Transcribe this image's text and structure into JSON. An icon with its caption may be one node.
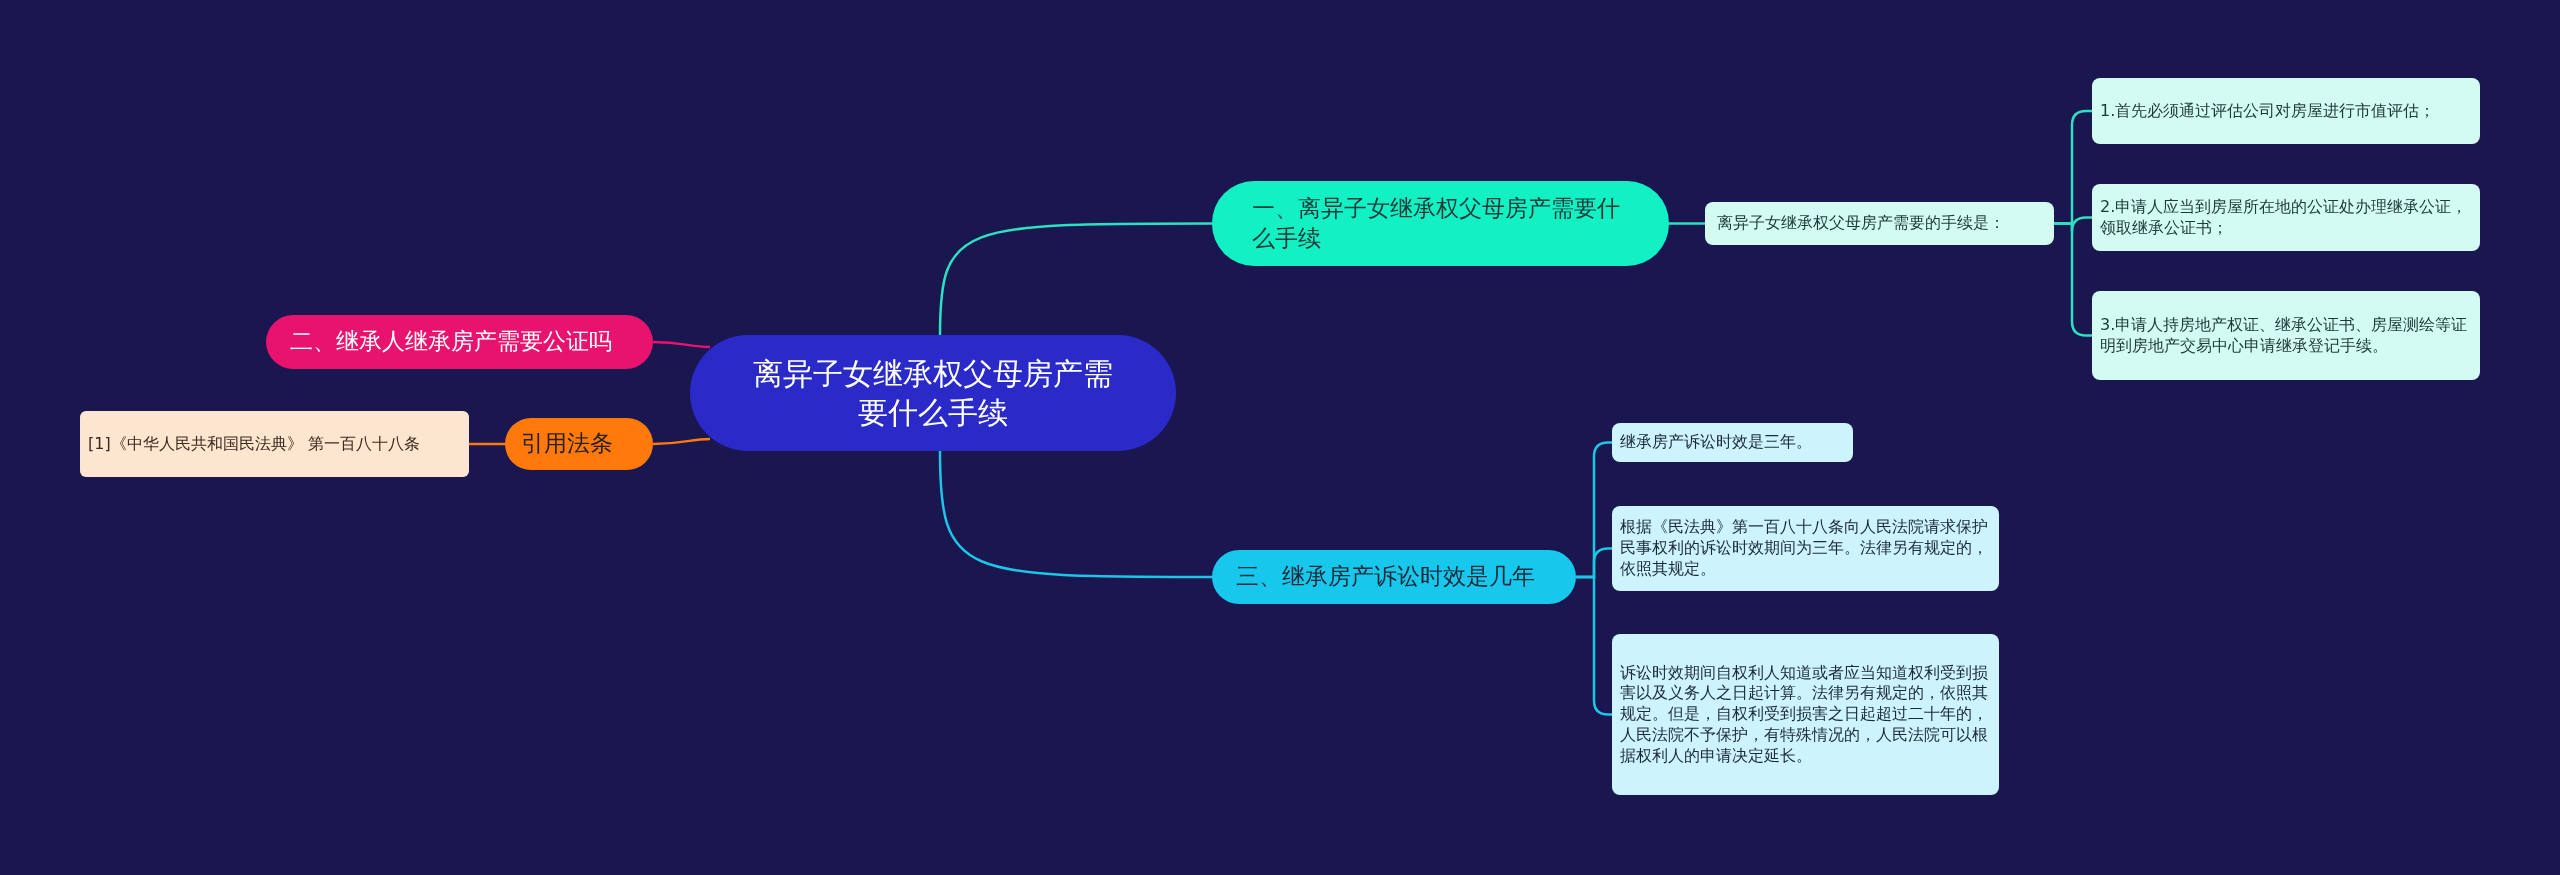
{
  "diagram": {
    "nodes": [
      {
        "text": [
          "离异子女继承权父母房产需要什么手续"
        ]
      },
      {
        "text": [
          "一、离异子女继承权父母房产需要什么手续"
        ]
      },
      {
        "text": [
          "离异子女继承权父母房产需要的手续是："
        ]
      },
      {
        "text": [
          "1.首先必须通过评估公司对房屋进行市值评估；"
        ]
      },
      {
        "text": [
          "2.申请人应当到房屋所在地的公证处办理继承公证，领取继承公证书；"
        ]
      },
      {
        "text": [
          "3.申请人持房地产权证、继承公证书、房屋测绘等证明到房地产交易中心申请继承登记手续。"
        ]
      },
      {
        "text": [
          "二、继承人继承房产需要公证吗"
        ]
      },
      {
        "text": [
          "引用法条"
        ]
      },
      {
        "text": [
          "[1]《中华人民共和国民法典》 第一百八十八条"
        ]
      },
      {
        "text": [
          "三、继承房产诉讼时效是几年"
        ]
      },
      {
        "text": [
          "继承房产诉讼时效是三年。"
        ]
      },
      {
        "text": [
          "根据《民法典》第一百八十八条向人民法院请求保护民事权利的诉讼时效期间为三年。法律另有规定的，依照其规定。"
        ]
      },
      {
        "text": [
          "诉讼时效期间自权利人知道或者应当知道权利受到损害以及义务人之日起计算。法律另有规定的，依照其规定。但是，自权利受到损害之日起超过二十年的，人民法院不予保护，有特殊情况的，人民法院可以根据权利人的申请决定延长。"
        ]
      }
    ],
    "edges": [
      {
        "from": 0,
        "to": 1,
        "arrow": "none"
      },
      {
        "from": 1,
        "to": 2,
        "arrow": "none"
      },
      {
        "from": 2,
        "to": 3,
        "arrow": "none"
      },
      {
        "from": 2,
        "to": 4,
        "arrow": "none"
      },
      {
        "from": 2,
        "to": 5,
        "arrow": "none"
      },
      {
        "from": 0,
        "to": 6,
        "arrow": "none",
        "color": "#e8136f"
      },
      {
        "from": 0,
        "to": 7,
        "arrow": "none",
        "color": "#ff7a0a"
      },
      {
        "from": 7,
        "to": 8,
        "arrow": "none",
        "color": "#ff7a0a"
      },
      {
        "from": 0,
        "to": 9,
        "arrow": "none",
        "color": "#1ec6e6"
      },
      {
        "from": 9,
        "to": 10,
        "arrow": "none",
        "color": "#1ec6e6"
      },
      {
        "from": 9,
        "to": 11,
        "arrow": "none",
        "color": "#1ec6e6"
      },
      {
        "from": 9,
        "to": 12,
        "arrow": "none",
        "color": "#1ec6e6"
      }
    ]
  }
}
